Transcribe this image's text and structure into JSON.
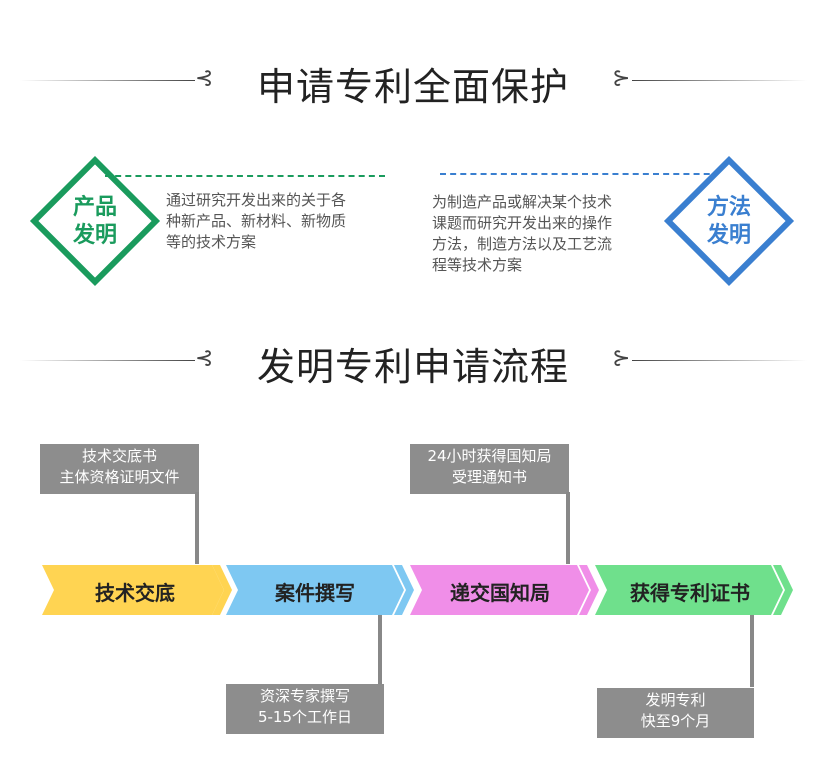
{
  "sections": {
    "protection_title": "申请专利全面保护",
    "process_title": "发明专利申请流程"
  },
  "invention_types": [
    {
      "badge": "产品\n发明",
      "badge_line1": "产品",
      "badge_line2": "发明",
      "color": "#1a9b5d",
      "desc_lines": [
        "通过研究开发出来的关于各",
        "种新产品、新材料、新物质",
        "等的技术方案"
      ]
    },
    {
      "badge_line1": "方法",
      "badge_line2": "发明",
      "color": "#3a7fd0",
      "desc_lines": [
        "为制造产品或解决某个技术",
        "课题而研究开发出来的操作",
        "方法，制造方法以及工艺流",
        "程等技术方案"
      ]
    }
  ],
  "steps": [
    {
      "label": "技术交底",
      "color": "#ffd452"
    },
    {
      "label": "案件撰写",
      "color": "#7ec8f2"
    },
    {
      "label": "递交国知局",
      "color": "#f08ee8"
    },
    {
      "label": "获得专利证书",
      "color": "#6fe08c"
    }
  ],
  "notes": {
    "top1": [
      "技术交底书",
      "主体资格证明文件"
    ],
    "top2": [
      "24小时获得国知局",
      "受理通知书"
    ],
    "bottom1": [
      "资深专家撰写",
      "5-15个工作日"
    ],
    "bottom2": [
      "发明专利",
      "快至9个月"
    ]
  }
}
